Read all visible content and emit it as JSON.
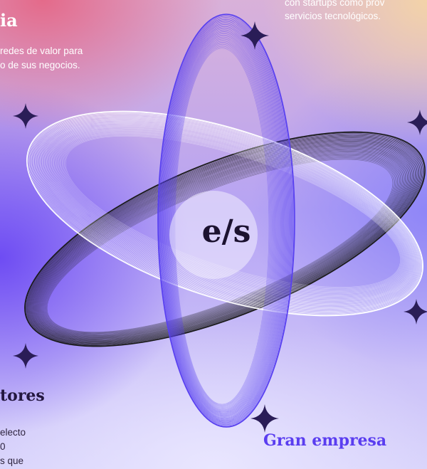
{
  "texts": {
    "top_left_heading": "ia",
    "top_left_body": "redes de valor para\no de sus negocios.",
    "top_right_body": "con startups como prov\nservicios tecnológicos.",
    "bottom_left_heading": "tores",
    "bottom_left_body": "electo\n0\ns que",
    "bottom_right_heading": "Gran empresa"
  },
  "logo": "e/s",
  "colors": {
    "accent": "#5a3df0",
    "dark": "#23163f",
    "ring_black": "#1a1a1a",
    "ring_white": "#ffffff",
    "ring_blue": "#5840f0"
  },
  "icons": [
    "sparkle-icon"
  ]
}
